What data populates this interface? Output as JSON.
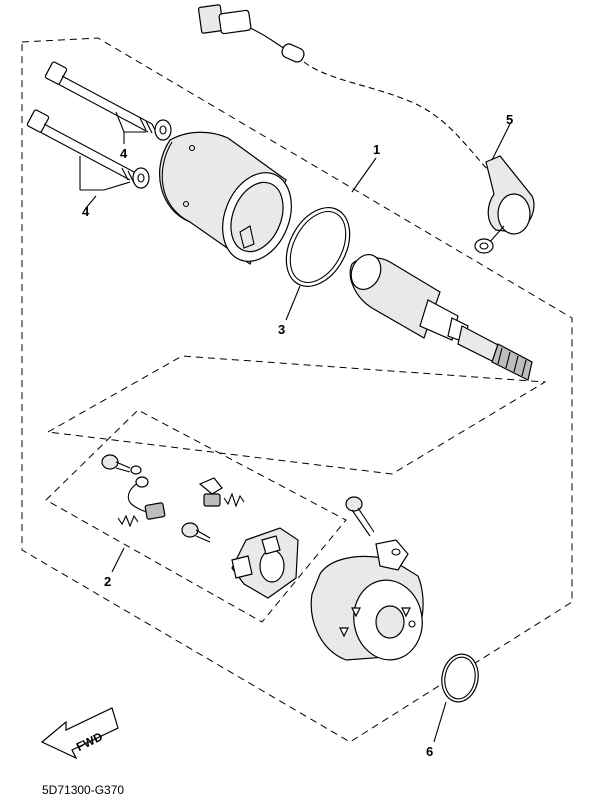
{
  "callouts": {
    "c1": "1",
    "c2": "2",
    "c3": "3",
    "c4a": "4",
    "c4b": "4",
    "c5": "5",
    "c6": "6"
  },
  "fwd_label": "FWD",
  "diagram_code": "5D71300-G370",
  "icons": {
    "fwd": "fwd-arrow-icon"
  }
}
